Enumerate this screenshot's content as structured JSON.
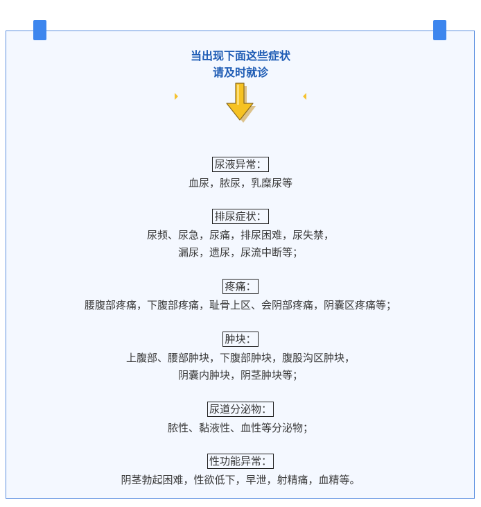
{
  "header": {
    "title_line1": "当出现下面这些症状",
    "title_line2": "请及时就诊"
  },
  "colors": {
    "frame_border": "#5b8fe0",
    "frame_background": "#f4f8ff",
    "corner_tab": "#3d86ee",
    "title": "#1d5bb4",
    "arrow_fill": "#f6c223",
    "arrow_outline": "#8a6a1c",
    "text": "#333333"
  },
  "icons": {
    "arrow": "down-arrow-icon",
    "left_marker": "triangle-right-icon",
    "right_marker": "triangle-left-icon"
  },
  "sections": [
    {
      "heading": "尿液异常：",
      "lines": [
        "血尿，脓尿，乳糜尿等"
      ]
    },
    {
      "heading": "排尿症状：",
      "lines": [
        "尿频、尿急，尿痛，排尿困难，尿失禁，",
        "漏尿，遗尿，尿流中断等；"
      ]
    },
    {
      "heading": "疼痛：",
      "lines": [
        "腰腹部疼痛，下腹部疼痛，耻骨上区、会阴部疼痛，阴囊区疼痛等；"
      ]
    },
    {
      "heading": "肿块：",
      "lines": [
        "上腹部、腰部肿块，下腹部肿块，腹股沟区肿块，",
        "阴囊内肿块，阴茎肿块等；"
      ]
    },
    {
      "heading": "尿道分泌物：",
      "lines": [
        "脓性、黏液性、血性等分泌物；"
      ]
    },
    {
      "heading": "性功能异常：",
      "lines": [
        "阴茎勃起困难，性欲低下，早泄，射精痛，血精等。"
      ]
    }
  ]
}
